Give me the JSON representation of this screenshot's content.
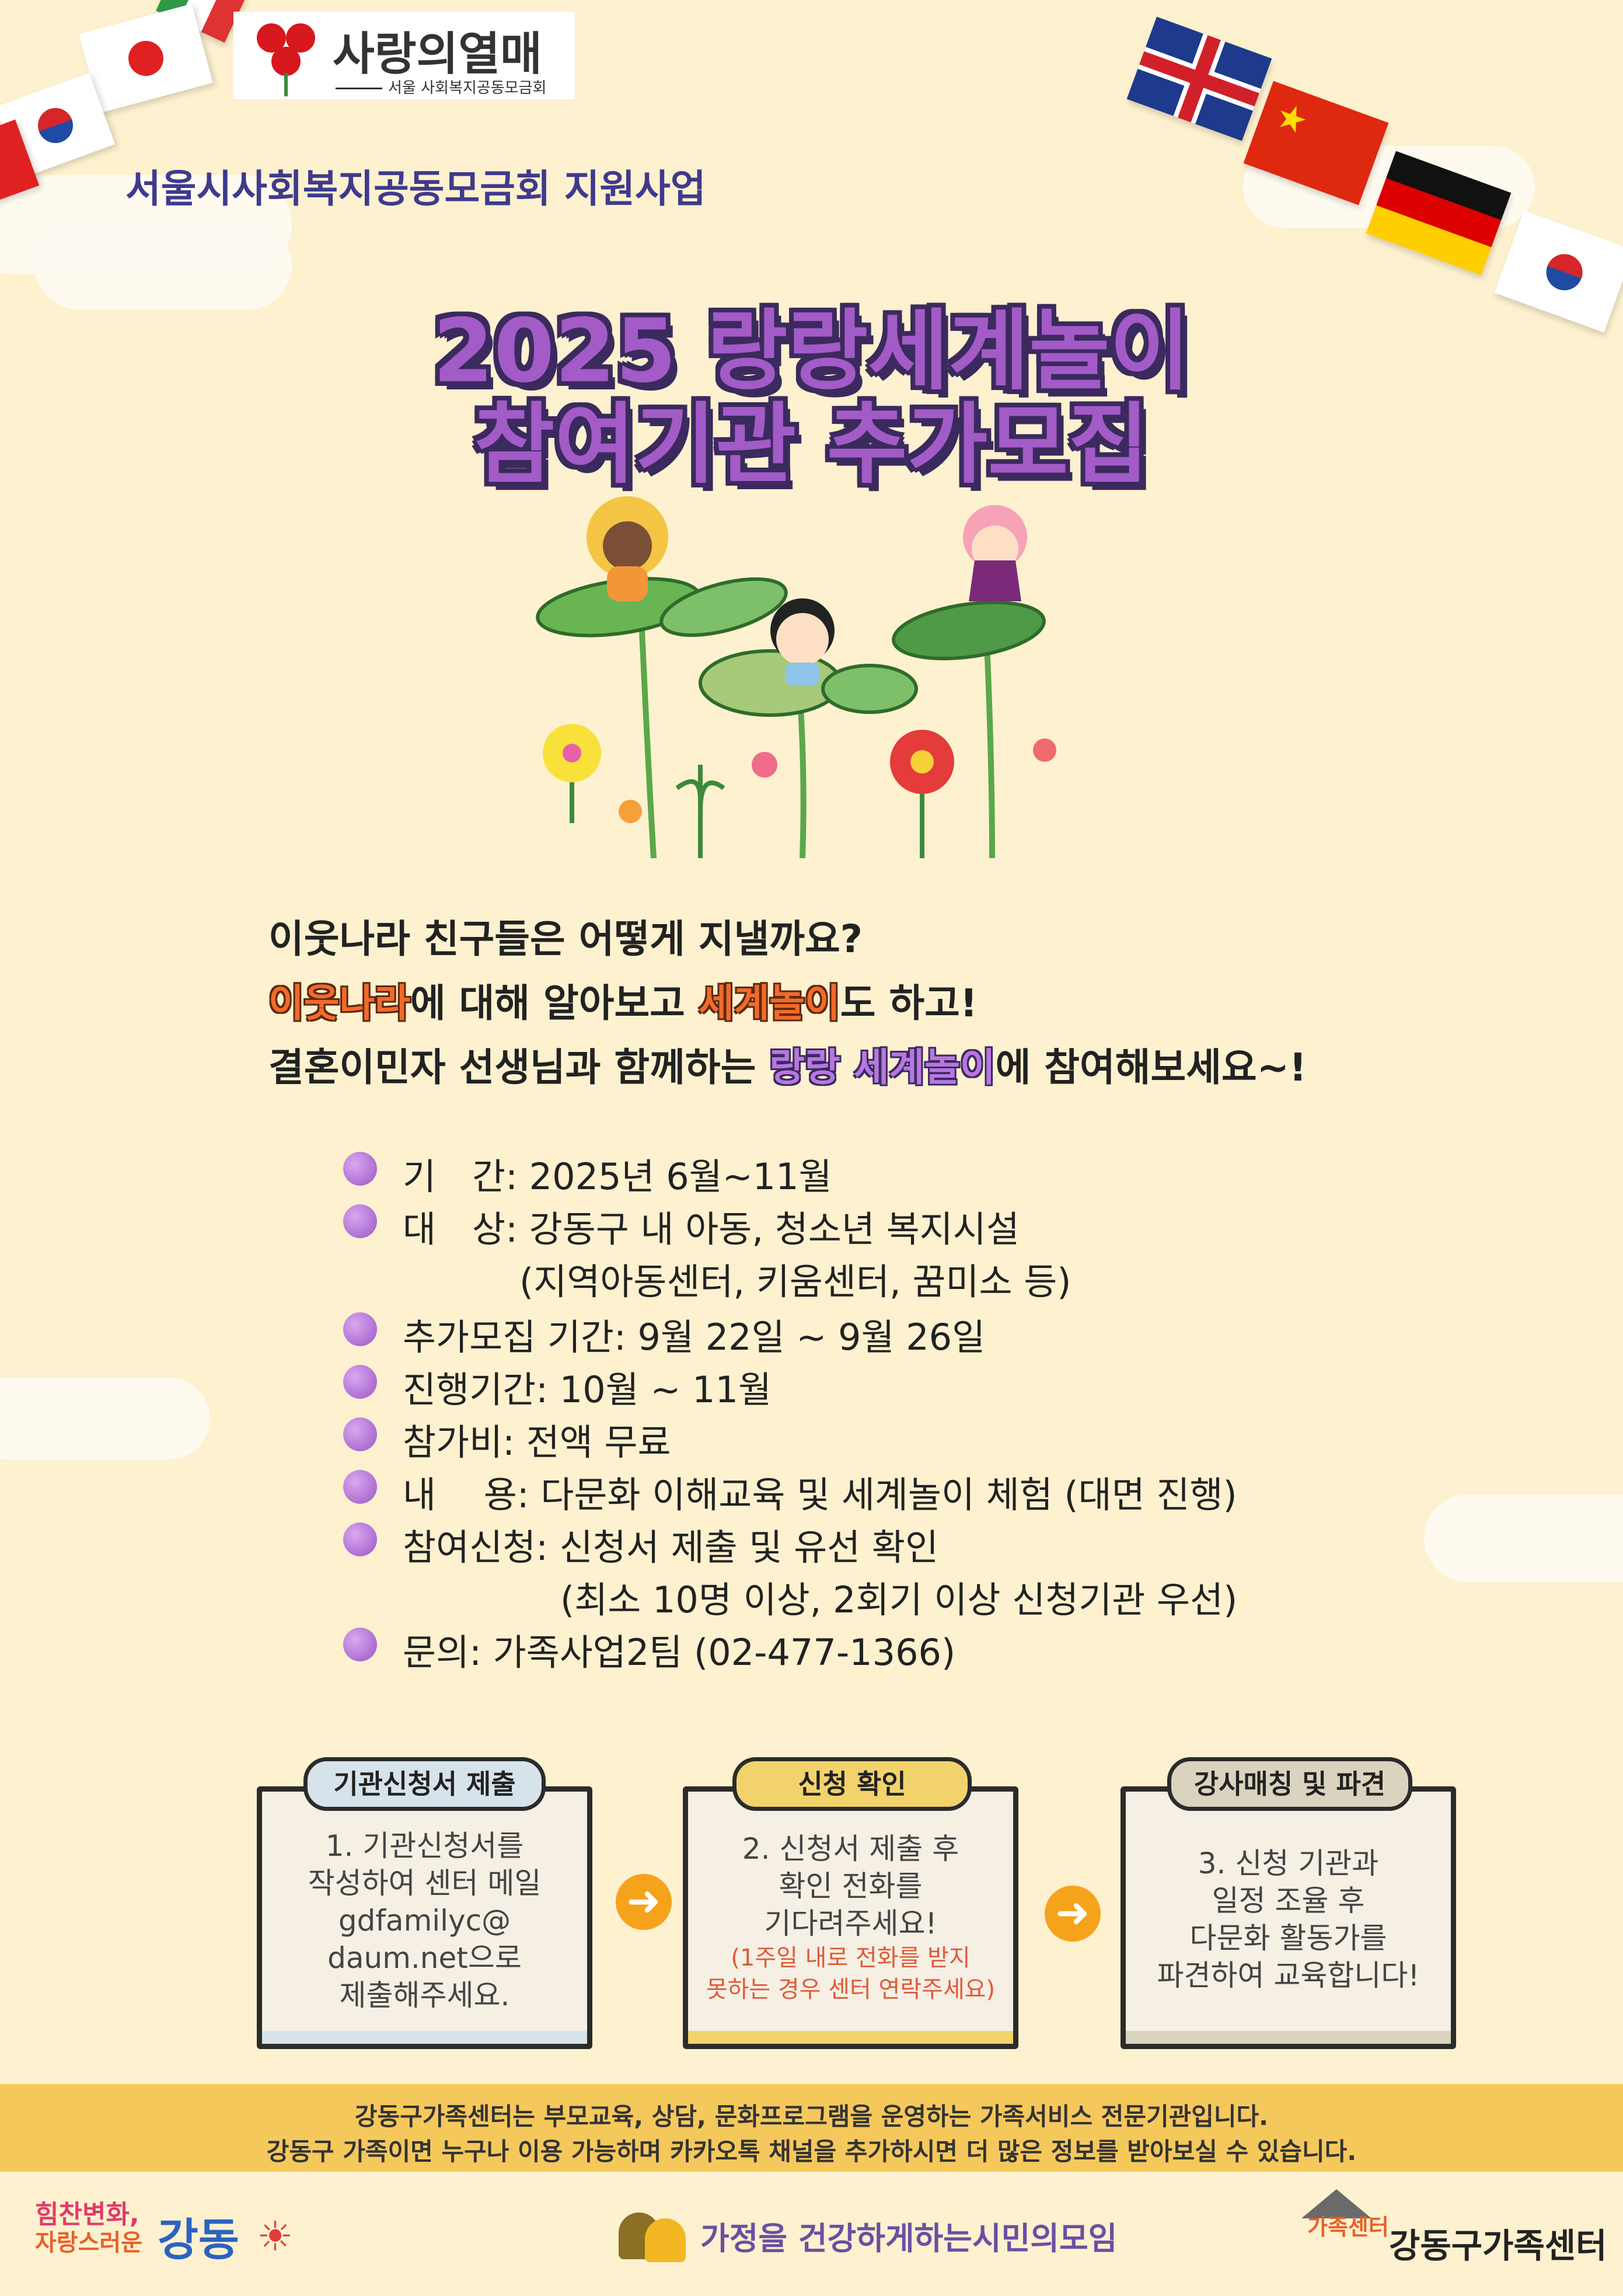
{
  "logo": {
    "name": "사랑의열매",
    "sub": "서울 사회복지공동모금회"
  },
  "org_line": "서울시사회복지공동모금회 지원사업",
  "title": {
    "line1": "2025 랑랑세계놀이",
    "line2": "참여기관 추가모집"
  },
  "intro": {
    "line1": "이웃나라 친구들은 어떻게 지낼까요?",
    "line2_a": "이웃나라",
    "line2_b": "에 대해 알아보고 ",
    "line2_c": "세계놀이",
    "line2_d": "도 하고!",
    "line3_a": "결혼이민자 선생님과 함께하는 ",
    "line3_b": "랑랑 세계놀이",
    "line3_c": "에 참여해보세요~!"
  },
  "info": {
    "period": "기　간: 2025년 6월~11월",
    "target": "대　상: 강동구 내 아동, 청소년 복지시설",
    "target_cont": "(지역아동센터, 키움센터, 꿈미소 등)",
    "recruit": "추가모집 기간: 9월 22일 ~ 9월 26일",
    "progress": "진행기간: 10월 ~ 11월",
    "fee": "참가비: 전액 무료",
    "content": "내　 용: 다문화 이해교육 및 세계놀이 체험 (대면 진행)",
    "apply": "참여신청: 신청서 제출 및 유선 확인",
    "apply_cont": "(최소 10명 이상, 2회기 이상 신청기관 우선)",
    "contact": "문의: 가족사업2팀 (02-477-1366)"
  },
  "steps": [
    {
      "tab": "기관신청서 제출",
      "lines": [
        "1. 기관신청서를",
        "작성하여 센터 메일",
        "gdfamilyc@",
        "daum.net으로",
        "제출해주세요."
      ]
    },
    {
      "tab": "신청 확인",
      "lines": [
        "2. 신청서 제출 후",
        "확인 전화를",
        "기다려주세요!"
      ],
      "note": [
        "(1주일 내로 전화를 받지",
        "못하는 경우 센터 연락주세요)"
      ]
    },
    {
      "tab": "강사매칭 및 파견",
      "lines": [
        "3. 신청 기관과",
        "일정 조율 후",
        "다문화 활동가를",
        "파견하여 교육합니다!"
      ]
    }
  ],
  "footer": {
    "line1": "강동구가족센터는 부모교육, 상담, 문화프로그램을 운영하는 가족서비스 전문기관입니다.",
    "line2": "강동구 가족이면 누구나 이용 가능하며 카카오톡 채널을 추가하시면 더 많은 정보를 받아보실 수 있습니다."
  },
  "bottom_logos": {
    "gangdong_a": "힘찬변화,",
    "gangdong_b": "자랑스러운",
    "gangdong_c": "강동",
    "citizens": "가정을 건강하게하는시민의모임",
    "center_icon": "가족센터",
    "center": "강동구가족센터"
  },
  "colors": {
    "background": "#fdf1cf",
    "title_purple": "#a35bc7",
    "accent_orange": "#f26a2a",
    "footer": "#f5c85b"
  }
}
